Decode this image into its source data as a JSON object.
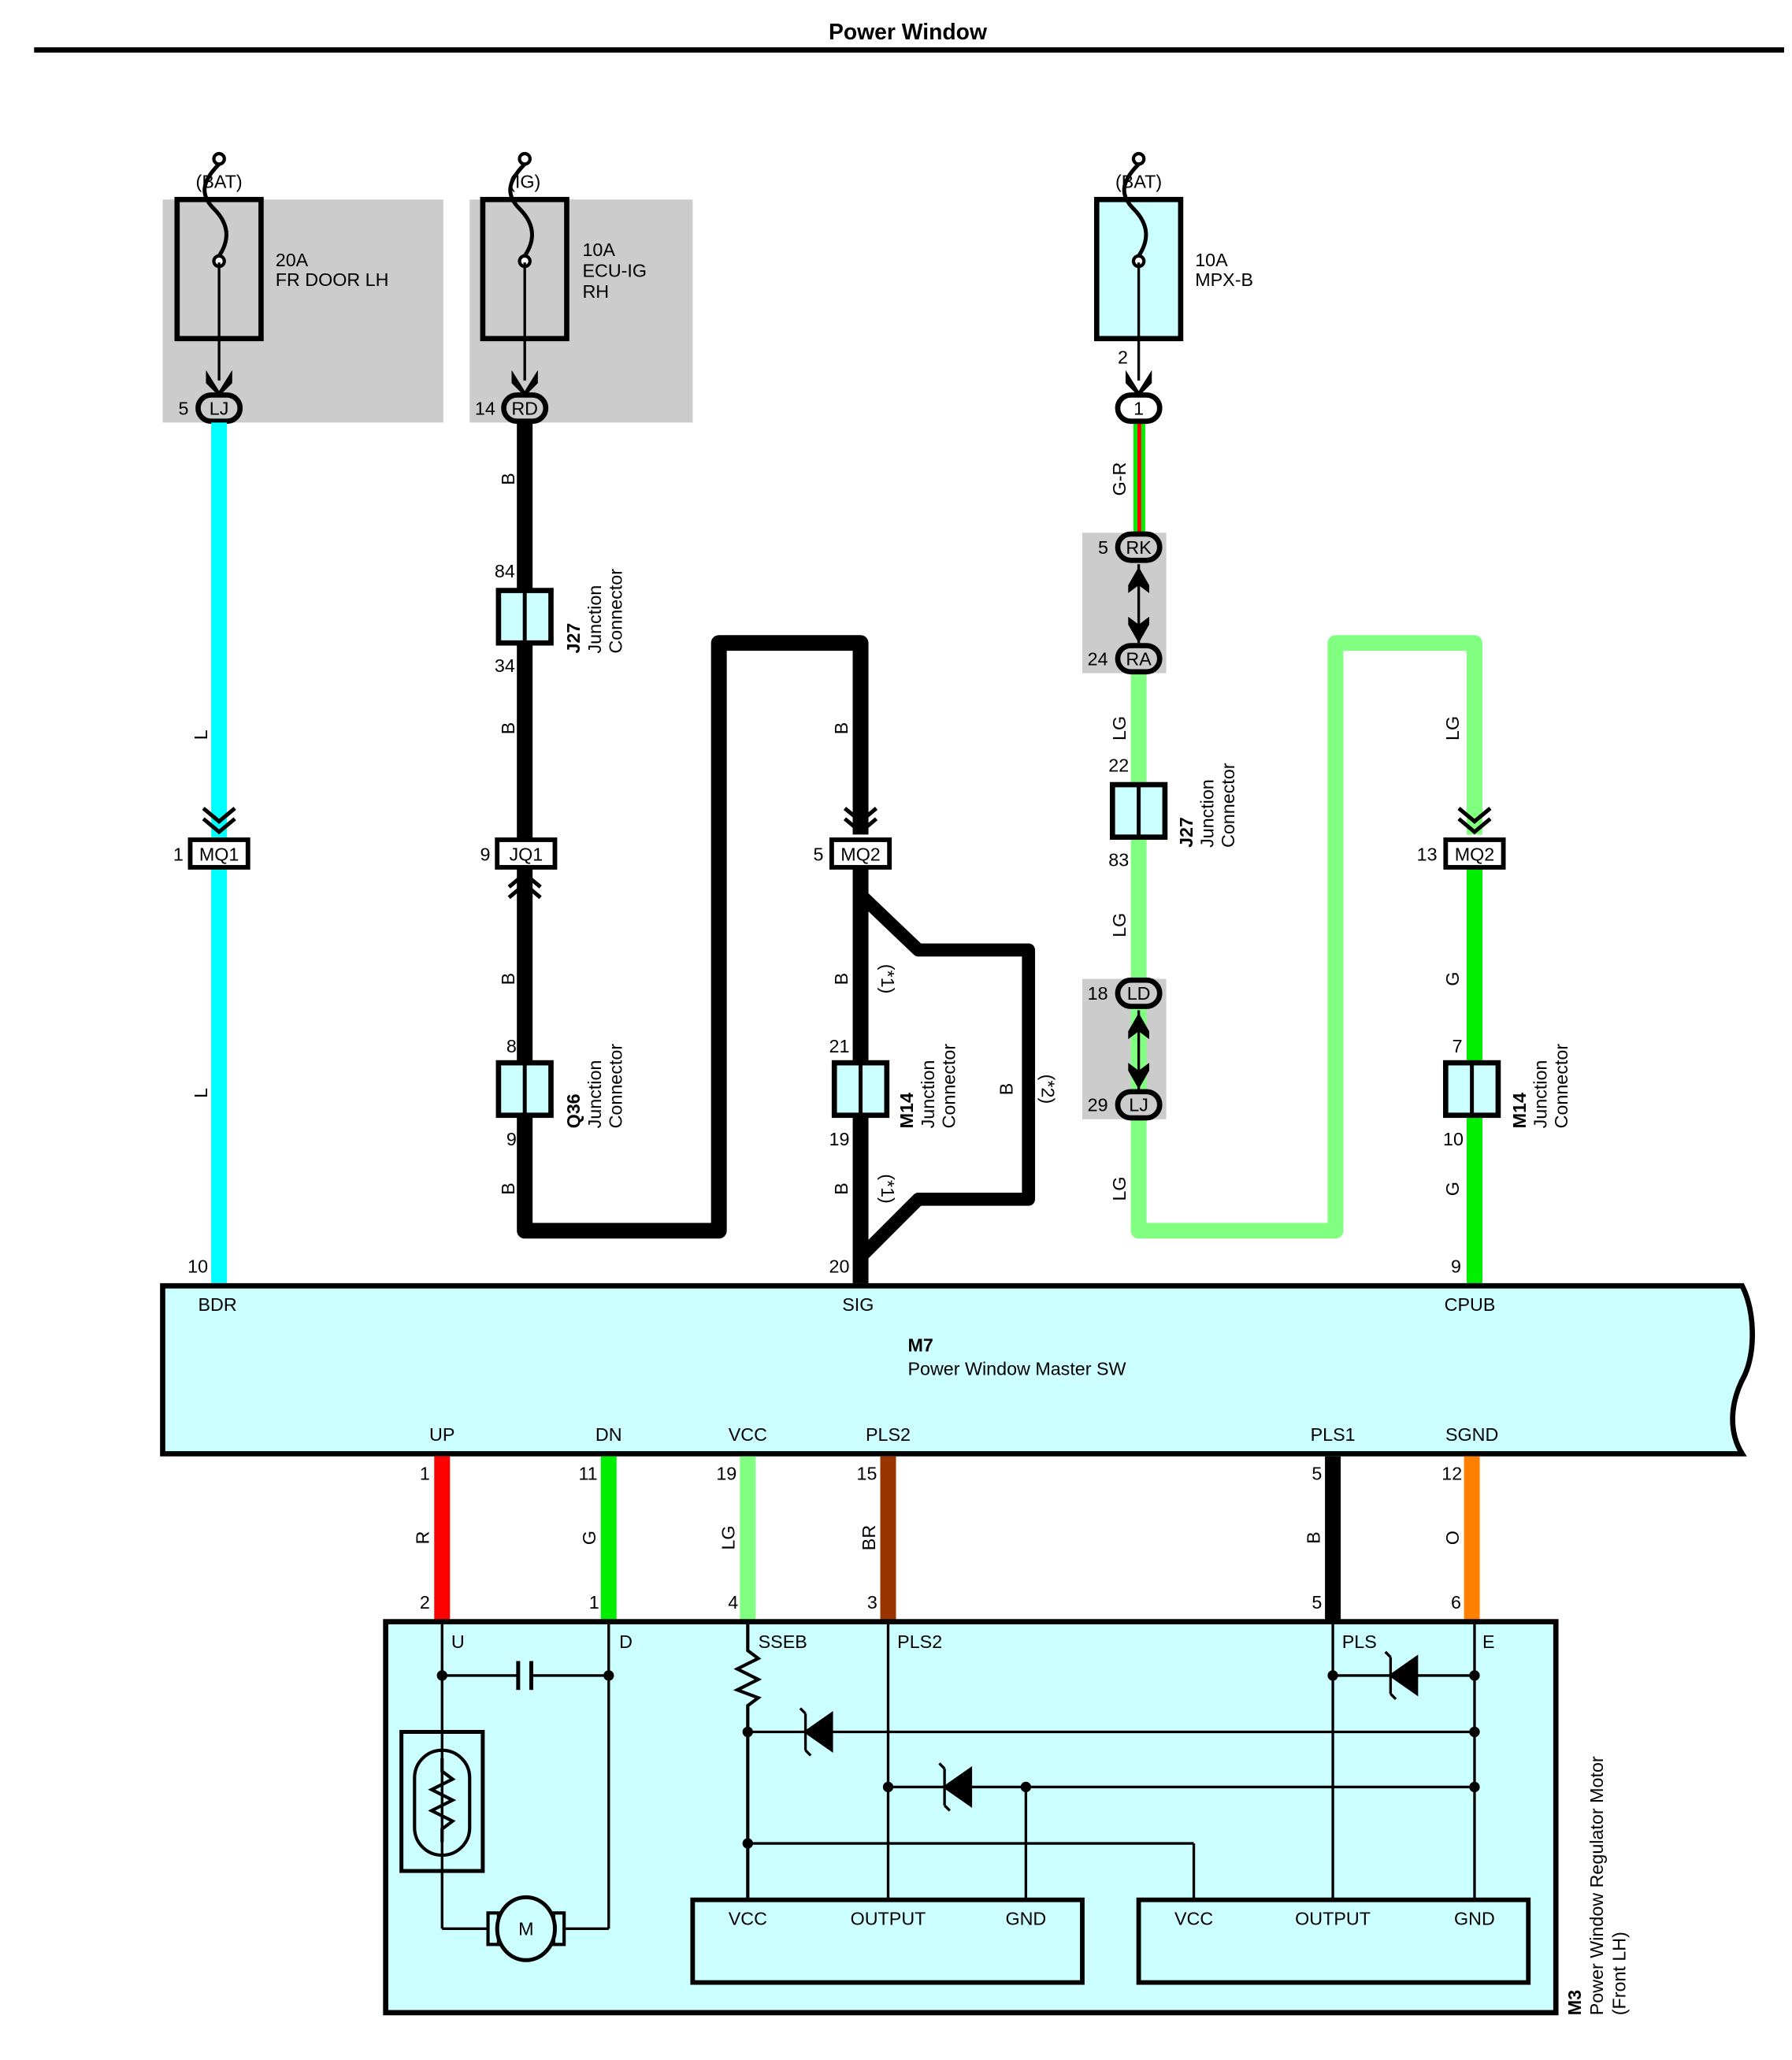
{
  "title": "Power Window",
  "colors": {
    "L": "#00ffff",
    "B": "#000000",
    "LG": "#80ff80",
    "G": "#00ee00",
    "R": "#ff0000",
    "BR": "#993300",
    "O": "#ff8000",
    "component_fill": "#ccffff",
    "shade": "#cccccc"
  },
  "fuses": [
    {
      "source": "(BAT)",
      "rating": "20A",
      "name": "FR DOOR LH",
      "name2": "",
      "pin": "5",
      "connector": "LJ"
    },
    {
      "source": "(IG)",
      "rating": "10A",
      "name": "ECU-IG",
      "name2": "RH",
      "pin": "14",
      "connector": "RD"
    },
    {
      "source": "(BAT)",
      "rating": "10A",
      "name": "MPX-B",
      "name2": "",
      "pin": "2",
      "connector": "1"
    }
  ],
  "wires": {
    "bdr": {
      "color_code": "L",
      "labels": [
        "L",
        "L"
      ]
    },
    "ig": {
      "color_code": "B",
      "labels": [
        "B",
        "B",
        "B",
        "B"
      ]
    },
    "sig": {
      "color_code": "B",
      "labels": [
        "B",
        "B",
        "B",
        "B"
      ],
      "notes": [
        "(*1)",
        "(*1)",
        "(*2)"
      ]
    },
    "mpx": {
      "labels": [
        "G-R",
        "LG",
        "LG",
        "LG"
      ]
    },
    "cpub": {
      "labels": [
        "LG",
        "G",
        "G"
      ]
    }
  },
  "inline_connectors": [
    {
      "id": "MQ1",
      "pin": "1"
    },
    {
      "id": "JQ1",
      "pin": "9"
    },
    {
      "id": "MQ2",
      "pin": "5"
    },
    {
      "id": "MQ2",
      "pin": "13"
    }
  ],
  "junction_blocks": [
    {
      "pin_a": "RK",
      "num_a": "5",
      "pin_b": "RA",
      "num_b": "24"
    },
    {
      "pin_a": "LD",
      "num_a": "18",
      "pin_b": "LJ",
      "num_b": "29"
    }
  ],
  "junction_connectors": [
    {
      "id": "J27",
      "line1": "Junction",
      "line2": "Connector",
      "pin_top": "84",
      "pin_bottom": "34"
    },
    {
      "id": "Q36",
      "line1": "Junction",
      "line2": "Connector",
      "pin_top": "8",
      "pin_bottom": "9"
    },
    {
      "id": "M14",
      "line1": "Junction",
      "line2": "Connector",
      "pin_top": "21",
      "pin_bottom": "19"
    },
    {
      "id": "J27",
      "line1": "Junction",
      "line2": "Connector",
      "pin_top": "22",
      "pin_bottom": "83"
    },
    {
      "id": "M14",
      "line1": "Junction",
      "line2": "Connector",
      "pin_top": "7",
      "pin_bottom": "10"
    }
  ],
  "master_switch": {
    "id": "M7",
    "name": "Power Window Master SW",
    "top_pins": [
      {
        "name": "BDR",
        "num": "10"
      },
      {
        "name": "SIG",
        "num": "20"
      },
      {
        "name": "CPUB",
        "num": "9"
      }
    ],
    "bottom_pins": [
      {
        "name": "UP",
        "num": "1",
        "wire": "R",
        "motor_num": "2"
      },
      {
        "name": "DN",
        "num": "11",
        "wire": "G",
        "motor_num": "1"
      },
      {
        "name": "VCC",
        "num": "19",
        "wire": "LG",
        "motor_num": "4"
      },
      {
        "name": "PLS2",
        "num": "15",
        "wire": "BR",
        "motor_num": "3"
      },
      {
        "name": "PLS1",
        "num": "5",
        "wire": "B",
        "motor_num": "5"
      },
      {
        "name": "SGND",
        "num": "12",
        "wire": "O",
        "motor_num": "6"
      }
    ]
  },
  "motor": {
    "id": "M3",
    "name": "Power Window Regulator Motor",
    "name2": "(Front LH)",
    "terminals": [
      "U",
      "D",
      "SSEB",
      "PLS2",
      "PLS",
      "E"
    ],
    "motor_symbol": "M",
    "sensor1": {
      "vcc": "VCC",
      "output": "OUTPUT",
      "gnd": "GND"
    },
    "sensor2": {
      "vcc": "VCC",
      "output": "OUTPUT",
      "gnd": "GND"
    }
  }
}
